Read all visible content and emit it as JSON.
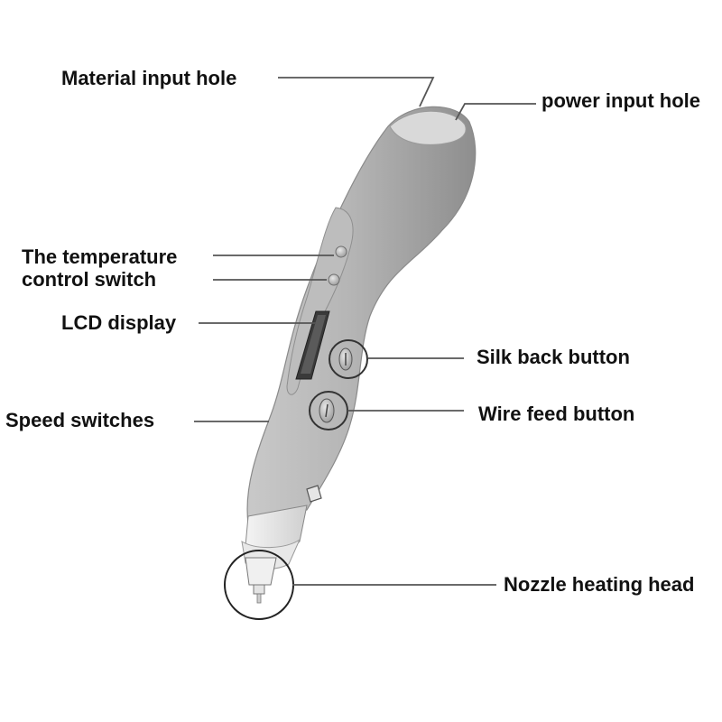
{
  "labels": {
    "material_input_hole": "Material input hole",
    "power_input_hole": "power input hole",
    "temperature_switch_line1": "The temperature",
    "temperature_switch_line2": "control switch",
    "lcd_display": "LCD display",
    "speed_switches": "Speed switches",
    "silk_back_button": "Silk back button",
    "wire_feed_button": "Wire feed button",
    "nozzle_heating_head": "Nozzle heating head"
  },
  "colors": {
    "pen_body_light": "#d4d4d4",
    "pen_body_dark": "#8c8c8c",
    "leader_line": "#555555",
    "label_text": "#111111"
  }
}
